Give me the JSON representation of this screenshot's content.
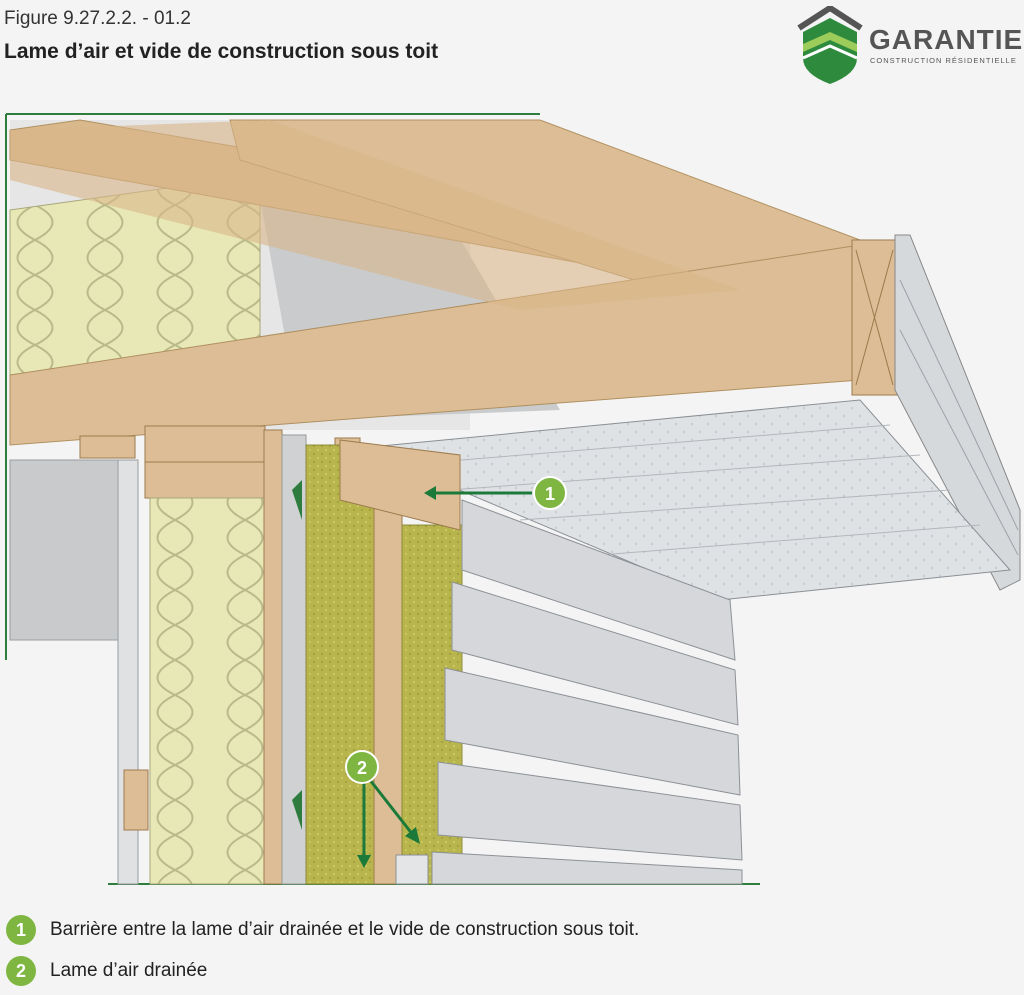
{
  "figure": {
    "number": "Figure 9.27.2.2. - 01.2",
    "title": "Lame d’air et vide de construction sous toit"
  },
  "logo": {
    "word": "GARANTIE",
    "subtitle": "CONSTRUCTION RÉSIDENTIELLE"
  },
  "callouts": [
    {
      "number": "1"
    },
    {
      "number": "2"
    }
  ],
  "legend": [
    {
      "number": "1",
      "text": "Barrière entre la lame d’air drainée et le vide de construction sous toit."
    },
    {
      "number": "2",
      "text": "Lame d’air drainée"
    }
  ],
  "colors": {
    "accent_green": "#7fb642",
    "arrow_green": "#1b7a3a",
    "wood": "#dcbd95",
    "insulation": "#e8e8b6",
    "mineral_wool": "#b6b64c",
    "siding": "#d5d7da"
  }
}
